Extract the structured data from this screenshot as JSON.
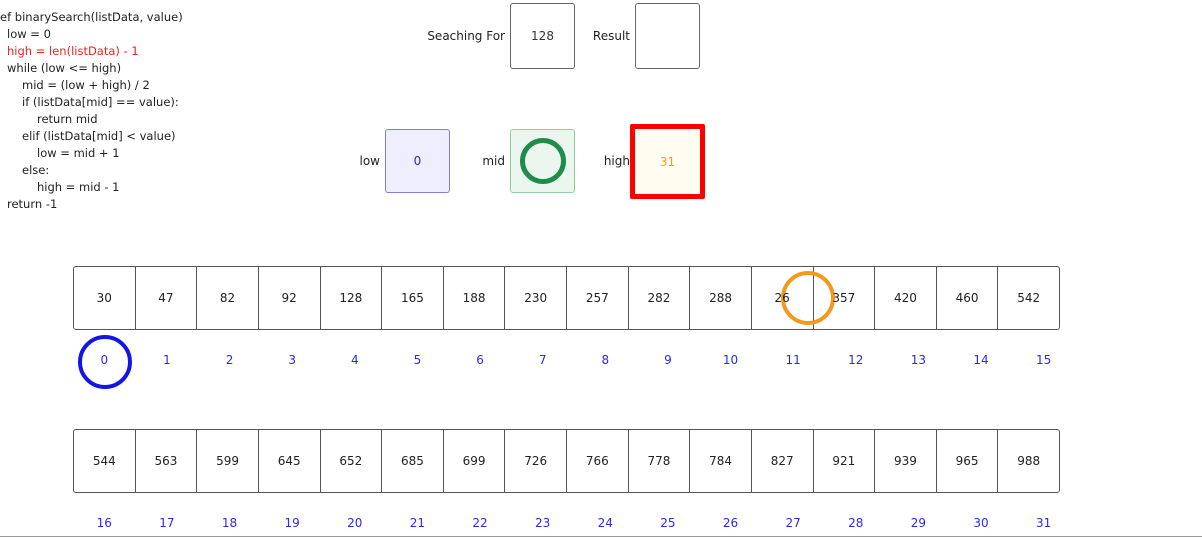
{
  "code": {
    "lines": [
      {
        "text": "ef binarySearch(listData, value)",
        "highlight": false,
        "indent": 0
      },
      {
        "text": "low = 0",
        "highlight": false,
        "indent": 1
      },
      {
        "text": "high = len(listData) - 1",
        "highlight": true,
        "indent": 1
      },
      {
        "text": "while (low <= high)",
        "highlight": false,
        "indent": 1
      },
      {
        "text": "mid = (low + high) / 2",
        "highlight": false,
        "indent": 2
      },
      {
        "text": "if (listData[mid] == value):",
        "highlight": false,
        "indent": 2
      },
      {
        "text": "return mid",
        "highlight": false,
        "indent": 3
      },
      {
        "text": "elif (listData[mid] < value)",
        "highlight": false,
        "indent": 2
      },
      {
        "text": "low = mid + 1",
        "highlight": false,
        "indent": 3
      },
      {
        "text": "else:",
        "highlight": false,
        "indent": 2
      },
      {
        "text": "high = mid - 1",
        "highlight": false,
        "indent": 3
      },
      {
        "text": "return -1",
        "highlight": false,
        "indent": 1
      }
    ]
  },
  "search": {
    "label": "Seaching For",
    "value": "128"
  },
  "result": {
    "label": "Result",
    "value": ""
  },
  "pointers": {
    "low_label": "low",
    "low_value": "0",
    "mid_label": "mid",
    "mid_value": "",
    "high_label": "high",
    "high_value": "31"
  },
  "array_top": {
    "values": [
      "30",
      "47",
      "82",
      "92",
      "128",
      "165",
      "188",
      "230",
      "257",
      "282",
      "288",
      "26",
      "357",
      "420",
      "460",
      "542"
    ],
    "indices": [
      "0",
      "1",
      "2",
      "3",
      "4",
      "5",
      "6",
      "7",
      "8",
      "9",
      "10",
      "11",
      "12",
      "13",
      "14",
      "15"
    ]
  },
  "array_bottom": {
    "values": [
      "544",
      "563",
      "599",
      "645",
      "652",
      "685",
      "699",
      "726",
      "766",
      "778",
      "784",
      "827",
      "921",
      "939",
      "965",
      "988"
    ],
    "indices": [
      "16",
      "17",
      "18",
      "19",
      "20",
      "21",
      "22",
      "23",
      "24",
      "25",
      "26",
      "27",
      "28",
      "29",
      "30",
      "31"
    ]
  },
  "colors": {
    "code_highlight": "#ee2222",
    "index_text": "#2a2aee",
    "low_marker": "#1414e6",
    "mid_marker": "#1e8c4a",
    "high_marker": "#ff0000",
    "cell_marker": "#f39a1c"
  }
}
